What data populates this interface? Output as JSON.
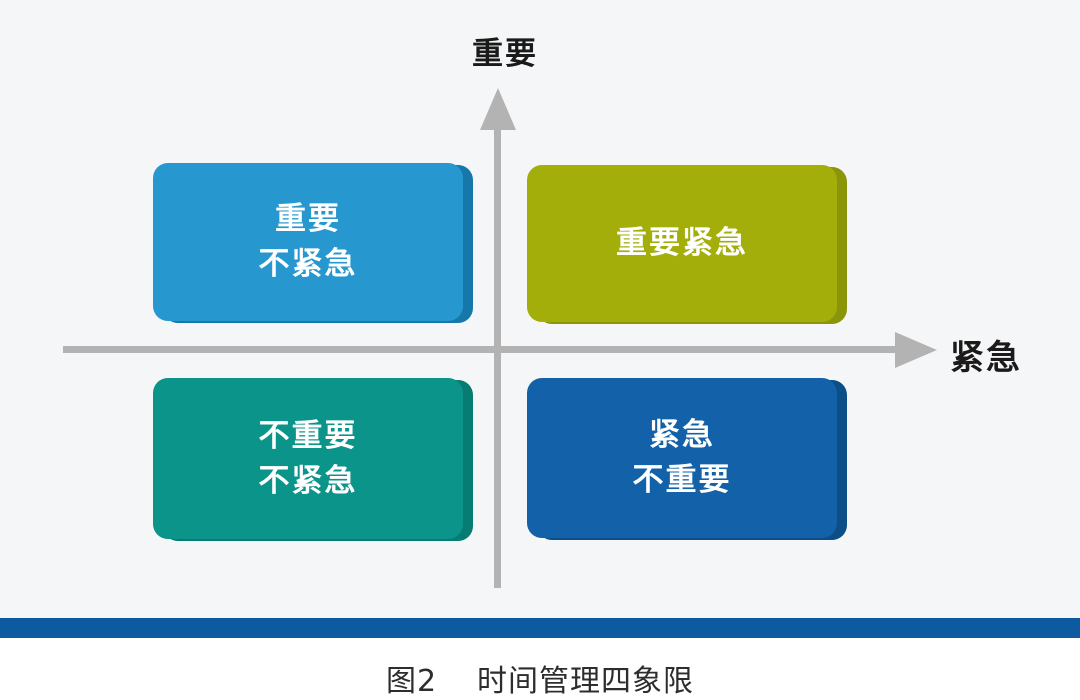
{
  "diagram": {
    "y_axis_label": "重要",
    "x_axis_label": "紧急",
    "background_color": "#f5f6f7",
    "axis_color": "#b3b3b3",
    "card_text_color": "#ffffff",
    "divider_bar_color": "#0e5aa1",
    "quadrants": {
      "top_left": {
        "line1": "重要",
        "line2": "不紧急",
        "color": "#2797cf",
        "edge_color": "#1678aa"
      },
      "top_right": {
        "line1": "重要紧急",
        "color": "#a3ae0b",
        "edge_color": "#8a9509"
      },
      "bottom_left": {
        "line1": "不重要",
        "line2": "不紧急",
        "color": "#0b9489",
        "edge_color": "#077c72"
      },
      "bottom_right": {
        "line1": "紧急",
        "line2": "不重要",
        "color": "#1261a9",
        "edge_color": "#0c4e86"
      }
    }
  },
  "caption": {
    "figure_label": "图2",
    "title": "时间管理四象限"
  }
}
